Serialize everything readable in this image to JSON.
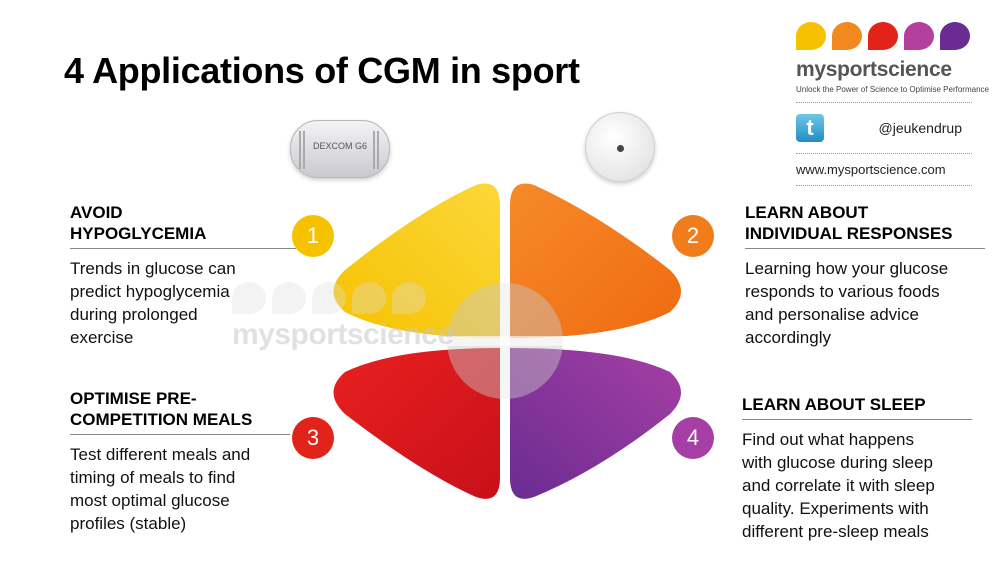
{
  "title": "4 Applications of CGM in sport",
  "brand": {
    "name": "mysportscience",
    "tagline": "Unlock the Power of Science to Optimise Performance",
    "twitter_handle": "@jeukendrup",
    "website": "www.mysportscience.com",
    "drop_colors": [
      "#f6c200",
      "#f08a1e",
      "#e2231a",
      "#b43f9c",
      "#6a2c91"
    ]
  },
  "devices": {
    "dexcom_label": "DEXCOM G6"
  },
  "watermark": "mysportscience",
  "sections": [
    {
      "number": "1",
      "heading": [
        "AVOID",
        "HYPOGLYCEMIA"
      ],
      "body": [
        "Trends in glucose can",
        "predict hypoglycemia",
        "during prolonged",
        "exercise"
      ],
      "color": "#f6c200"
    },
    {
      "number": "2",
      "heading": [
        "LEARN ABOUT",
        "INDIVIDUAL RESPONSES"
      ],
      "body": [
        "Learning how your glucose",
        "responds to various foods",
        "and personalise advice",
        "accordingly"
      ],
      "color": "#f07c1a"
    },
    {
      "number": "3",
      "heading": [
        "OPTIMISE PRE-",
        "COMPETITION MEALS"
      ],
      "body": [
        "Test different meals and",
        "timing of meals to find",
        "most optimal glucose",
        "profiles (stable)"
      ],
      "color": "#e2231a"
    },
    {
      "number": "4",
      "heading": [
        "LEARN ABOUT SLEEP"
      ],
      "body": [
        "Find out what happens",
        "with glucose during sleep",
        "and correlate it with sleep",
        "quality. Experiments with",
        "different pre-sleep meals"
      ],
      "color": "#a63fa5"
    }
  ],
  "petal_colors": {
    "yellow_outer": "#f6c200",
    "yellow_inner": "#fbd73a",
    "orange_outer": "#f06a10",
    "orange_inner": "#f58a2a",
    "red_outer": "#c8101a",
    "red_inner": "#e8201e",
    "purple_outer": "#6a2c91",
    "purple_inner": "#a63fa5"
  }
}
